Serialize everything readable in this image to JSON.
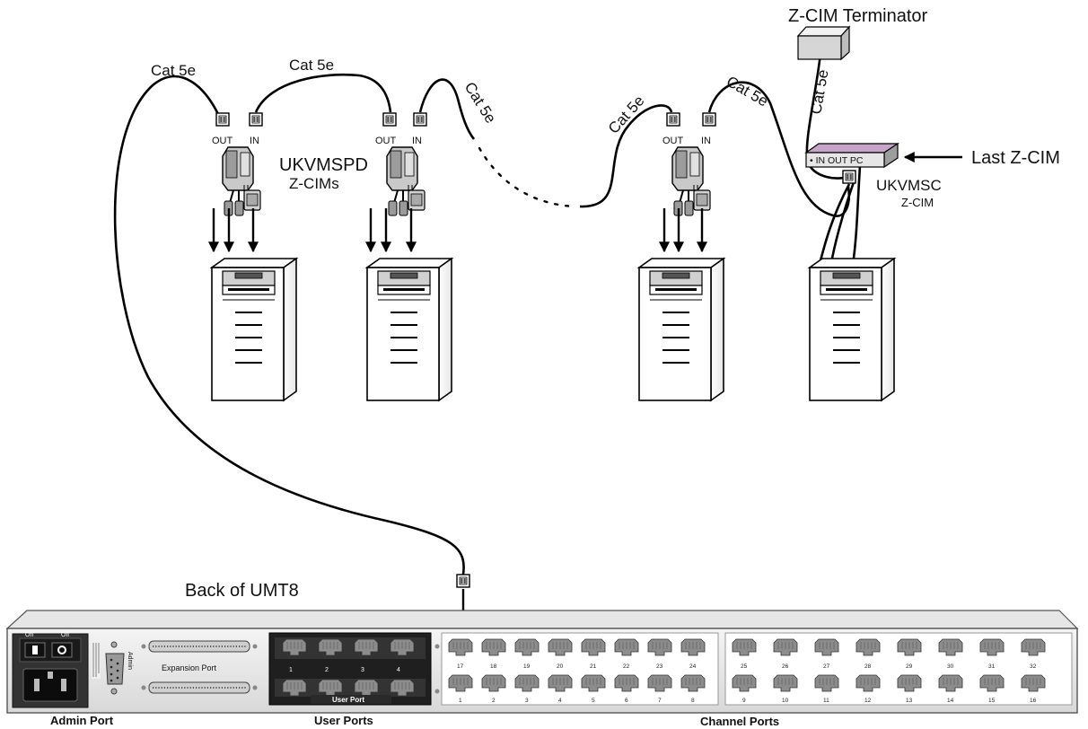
{
  "labels": {
    "cat5e": "Cat 5e",
    "cat_5e_tilted": "Cat 5e",
    "out": "OUT",
    "in": "IN",
    "ukvmspd": "UKVMSPD",
    "zcims": "Z-CIMs",
    "zcim_terminator": "Z-CIM Terminator",
    "last_zcim": "Last Z-CIM",
    "ukvmsc": "UKVMSC",
    "zcim": "Z-CIM",
    "sc_ports": "• IN OUT PC",
    "back_of": "Back of  UMT8",
    "admin_port": "Admin Port",
    "user_ports": "User Ports",
    "channel_ports": "Channel Ports",
    "expansion_port": "Expansion Port",
    "user_port": "User Port",
    "admin": "Admin",
    "on": "On",
    "off": "Off"
  },
  "channel_numbers_top_left": [
    "17",
    "18",
    "19",
    "20",
    "21",
    "22",
    "23",
    "24"
  ],
  "channel_numbers_bottom_left": [
    "1",
    "2",
    "3",
    "4",
    "5",
    "6",
    "7",
    "8"
  ],
  "channel_numbers_top_right": [
    "25",
    "26",
    "27",
    "28",
    "29",
    "30",
    "31",
    "32"
  ],
  "channel_numbers_bottom_right": [
    "9",
    "10",
    "11",
    "12",
    "13",
    "14",
    "15",
    "16"
  ],
  "user_port_numbers": [
    "1",
    "2",
    "3",
    "4"
  ]
}
